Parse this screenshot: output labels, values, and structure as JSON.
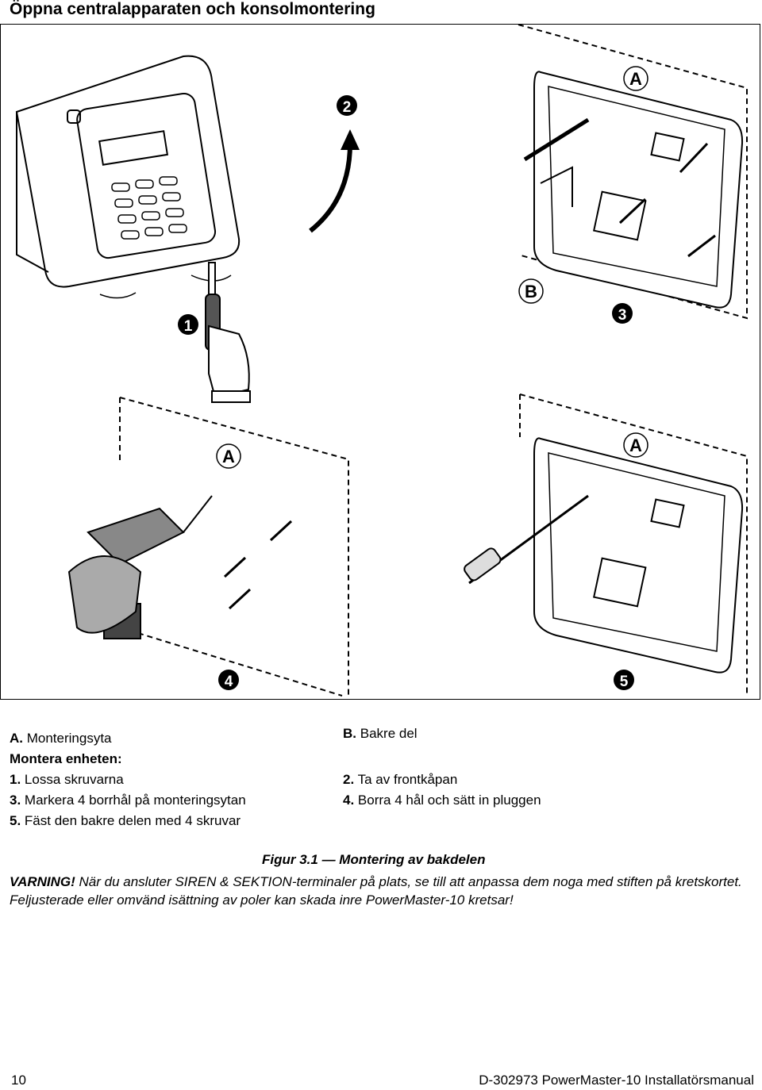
{
  "page_title": "Öppna centralapparaten och konsolmontering",
  "figure": {
    "labels": {
      "A": "A",
      "B": "B",
      "step1": "1",
      "step2": "2",
      "step3": "3",
      "step4": "4",
      "step5": "5"
    }
  },
  "legend": {
    "a_key": "A.",
    "a_text": "Monteringsyta",
    "b_key": "B.",
    "b_text": "Bakre del",
    "heading": "Montera enheten:",
    "s1_key": "1.",
    "s1_text": "Lossa skruvarna",
    "s2_key": "2.",
    "s2_text": "Ta av frontkåpan",
    "s3_key": "3.",
    "s3_text": "Markera 4 borrhål på monteringsytan",
    "s4_key": "4.",
    "s4_text": "Borra 4 hål och sätt in pluggen",
    "s5_key": "5.",
    "s5_text": "Fäst den bakre delen med 4 skruvar"
  },
  "caption": "Figur 3.1 — Montering av bakdelen",
  "warning": {
    "label": "VARNING!",
    "text": " När du ansluter SIREN & SEKTION-terminaler på plats, se till att anpassa dem noga med stiften på kretskortet. Feljusterade eller omvänd isättning av poler kan skada inre PowerMaster-10 kretsar!"
  },
  "footer": {
    "page_number": "10",
    "doc_title": "D-302973 PowerMaster-10 Installatörsmanual"
  }
}
